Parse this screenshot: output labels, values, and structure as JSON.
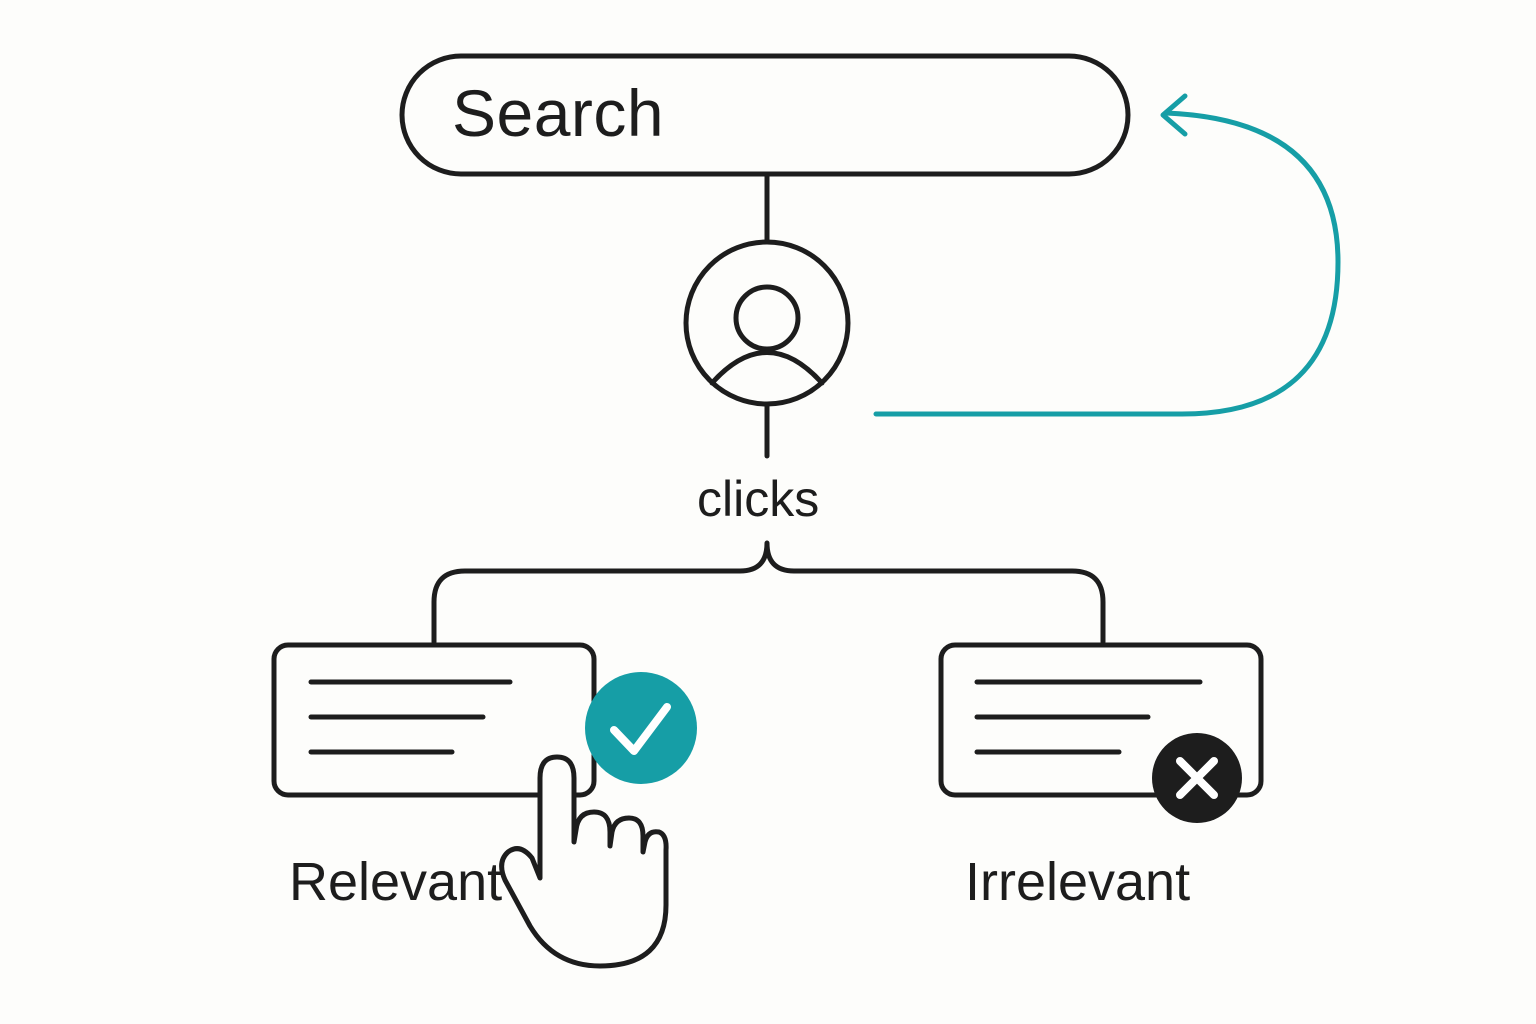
{
  "search_bar": {
    "text": "Search"
  },
  "user": {
    "icon": "user-avatar-icon"
  },
  "connector": {
    "label": "clicks"
  },
  "results": [
    {
      "label": "Relevant",
      "status_icon": "checkmark-icon",
      "status_color": "#169ea6"
    },
    {
      "label": "Irrelevant",
      "status_icon": "x-icon",
      "status_color": "#1d1d1d"
    }
  ],
  "feedback_arrow": {
    "color": "#169ea6"
  },
  "pointer": {
    "icon": "hand-pointer-icon"
  }
}
